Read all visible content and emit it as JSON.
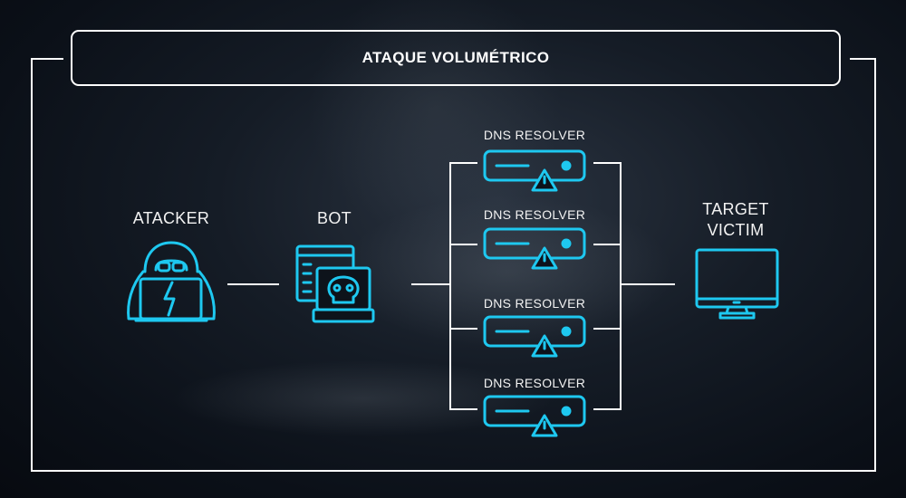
{
  "title": "ATAQUE VOLUMÉTRICO",
  "nodes": {
    "attacker": "ATACKER",
    "bot": "BOT",
    "resolvers": [
      "DNS RESOLVER",
      "DNS RESOLVER",
      "DNS RESOLVER",
      "DNS RESOLVER"
    ],
    "target_line1": "TARGET",
    "target_line2": "VICTIM"
  },
  "colors": {
    "accent": "#1ec8f0",
    "lines": "#ffffff"
  }
}
